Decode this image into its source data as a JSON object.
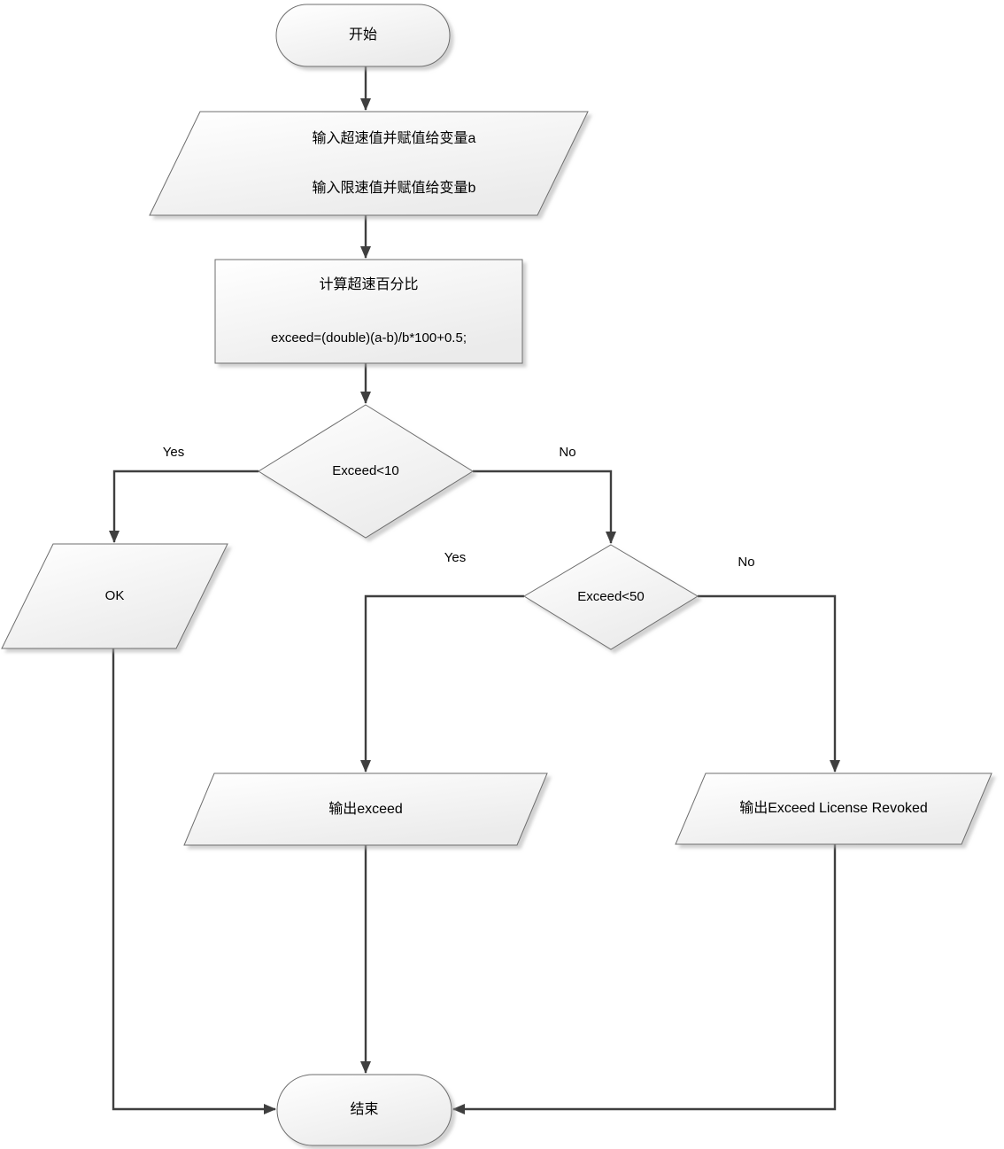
{
  "diagram": {
    "title": "speeding-penalty-flowchart",
    "colors": {
      "background": "#ffffff",
      "shape_fill_light": "#ffffff",
      "shape_fill_dark": "#ebebeb",
      "shape_border": "#6e6e6e",
      "connector": "#3f3f3f",
      "text": "#000000"
    },
    "nodes": {
      "start": {
        "type": "terminator",
        "label": "开始"
      },
      "input": {
        "type": "data-io",
        "line1": "输入超速值并赋值给变量a",
        "line2": "输入限速值并赋值给变量b"
      },
      "process": {
        "type": "process",
        "line1": "计算超速百分比",
        "line2": "exceed=(double)(a-b)/b*100+0.5;"
      },
      "decision_exceed_10": {
        "type": "decision",
        "label": "Exceed<10"
      },
      "output_ok": {
        "type": "data-io",
        "label": "OK"
      },
      "decision_exceed_50": {
        "type": "decision",
        "label": "Exceed<50"
      },
      "output_exceed": {
        "type": "data-io",
        "label": "输出exceed"
      },
      "output_revoked": {
        "type": "data-io",
        "label": "输出Exceed License Revoked"
      },
      "end": {
        "type": "terminator",
        "label": "结束"
      }
    },
    "edges": {
      "decision1_yes": "Yes",
      "decision1_no": "No",
      "decision2_yes": "Yes",
      "decision2_no": "No"
    }
  }
}
